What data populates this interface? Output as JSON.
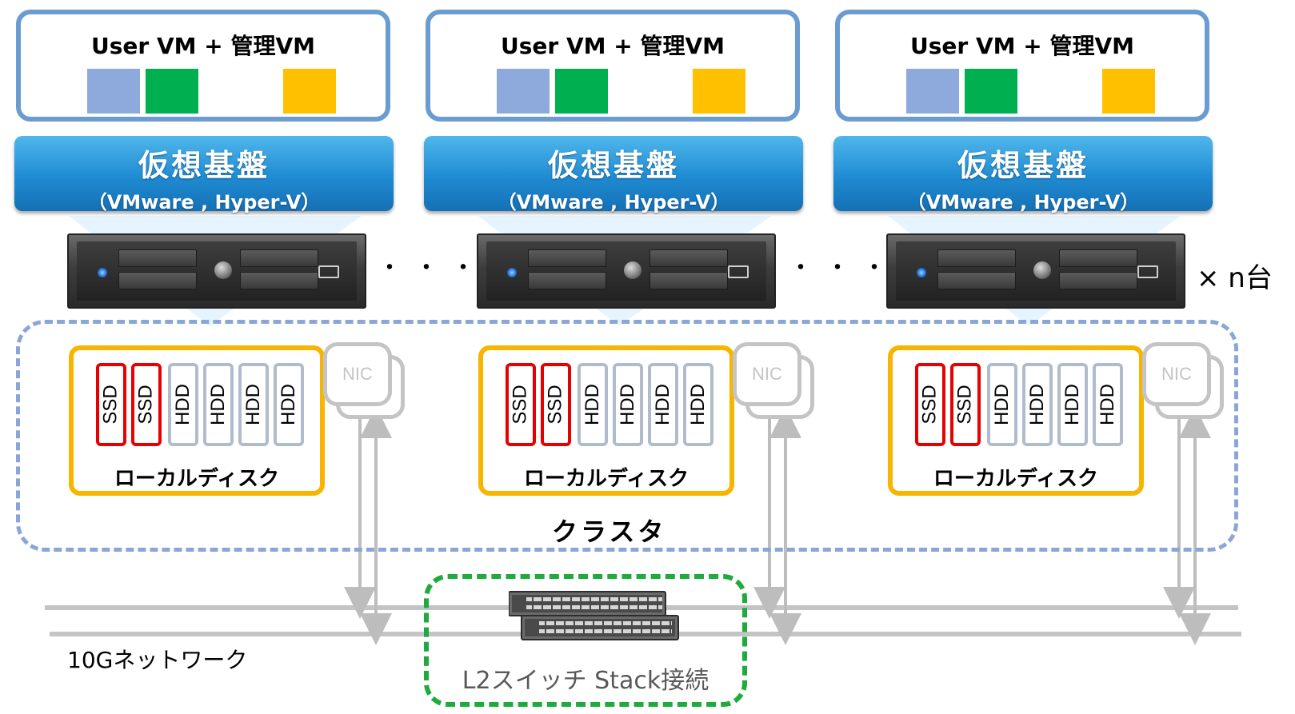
{
  "nodes": [
    {
      "vm_title": "User VM + 管理VM",
      "hv_title": "仮想基盤",
      "hv_sub": "（VMware , Hyper-V）",
      "nic": "NIC",
      "disk_label": "ローカルディスク"
    },
    {
      "vm_title": "User VM + 管理VM",
      "hv_title": "仮想基盤",
      "hv_sub": "（VMware , Hyper-V）",
      "nic": "NIC",
      "disk_label": "ローカルディスク"
    },
    {
      "vm_title": "User VM + 管理VM",
      "hv_title": "仮想基盤",
      "hv_sub": "（VMware , Hyper-V）",
      "nic": "NIC",
      "disk_label": "ローカルディスク"
    }
  ],
  "drives": [
    "SSD",
    "SSD",
    "HDD",
    "HDD",
    "HDD",
    "HDD"
  ],
  "vm_colors": [
    "#8eaadc",
    "#00b050",
    "#ffc000"
  ],
  "ellipsis": "・・・",
  "server_count": "× n台",
  "cluster_label": "クラスタ",
  "network_label": "10Gネットワーク",
  "switch_label": "L2スイッチ Stack接続"
}
